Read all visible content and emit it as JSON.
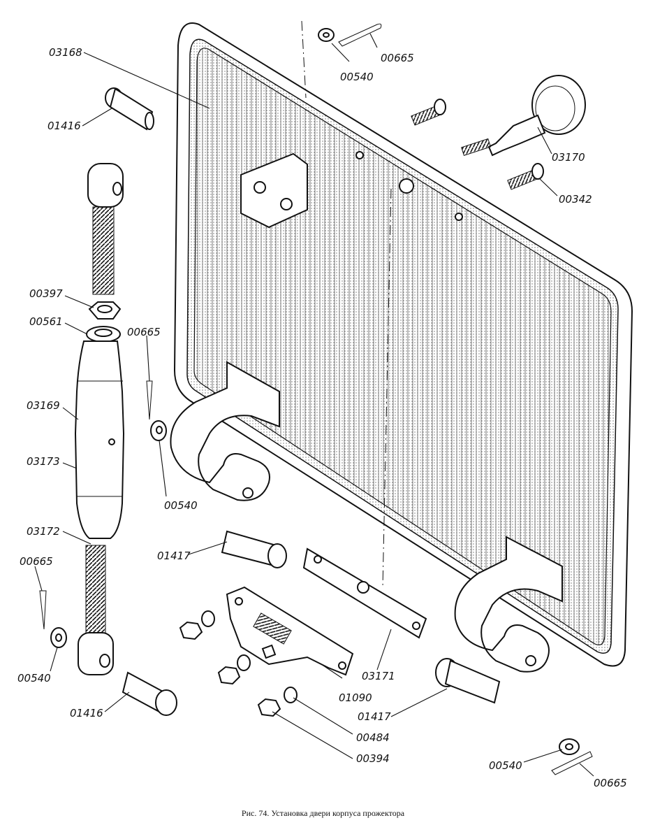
{
  "caption": "Рис. 74. Установка двери корпуса прожектора",
  "labels": {
    "l03168": "03168",
    "l00540a": "00540",
    "l00665a": "00665",
    "l01416a": "01416",
    "l03170": "03170",
    "l00342": "00342",
    "l00397": "00397",
    "l00561": "00561",
    "l00665b": "00665",
    "l03169": "03169",
    "l03173": "03173",
    "l00540b": "00540",
    "l01417a": "01417",
    "l03172": "03172",
    "l00665c": "00665",
    "l00540c": "00540",
    "l01416b": "01416",
    "l03171": "03171",
    "l01090": "01090",
    "l01417b": "01417",
    "l00484": "00484",
    "l00394": "00394",
    "l00540d": "00540",
    "l00665d": "00665"
  },
  "colors": {
    "ink": "#111111",
    "paper": "#ffffff"
  }
}
